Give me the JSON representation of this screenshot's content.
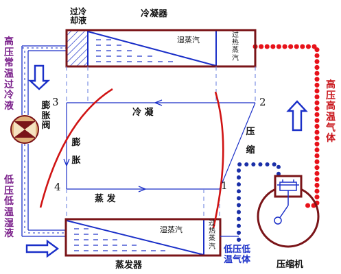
{
  "colors": {
    "frame": "#7a1418",
    "line": "#1a2fc8",
    "dashed_line": "#6f86e0",
    "hot_gas": "#e8121a",
    "cold_gas": "#1a2fa8",
    "red_curve": "#d01414",
    "label_dark": "#111111",
    "label_purple": "#7a1f8a",
    "label_blue": "#1a2fc8",
    "label_red": "#c8141a"
  },
  "condenser": {
    "title": "冷凝器",
    "subcooled_label": "过冷却液",
    "wet_vapor": "湿蒸汽",
    "superheated_vapor": "过热蒸汽"
  },
  "evaporator": {
    "title": "蒸发器",
    "wet_vapor": "湿蒸汽",
    "superheated_vapor": "过热蒸汽"
  },
  "expansion_valve": {
    "label": "膨胀阀"
  },
  "compressor": {
    "label": "压缩机"
  },
  "side_labels": {
    "high_pressure_liquid": "高压常温过冷液",
    "low_pressure_liquid": "低压低温湿液",
    "high_pressure_gas": "高压高温气体",
    "low_pressure_gas": "低压低温气体"
  },
  "cycle": {
    "points": [
      "1",
      "2",
      "3",
      "4"
    ],
    "condensation": "冷 凝",
    "compression": "压缩",
    "expansion": "膨胀",
    "evaporation": "蒸 发"
  }
}
